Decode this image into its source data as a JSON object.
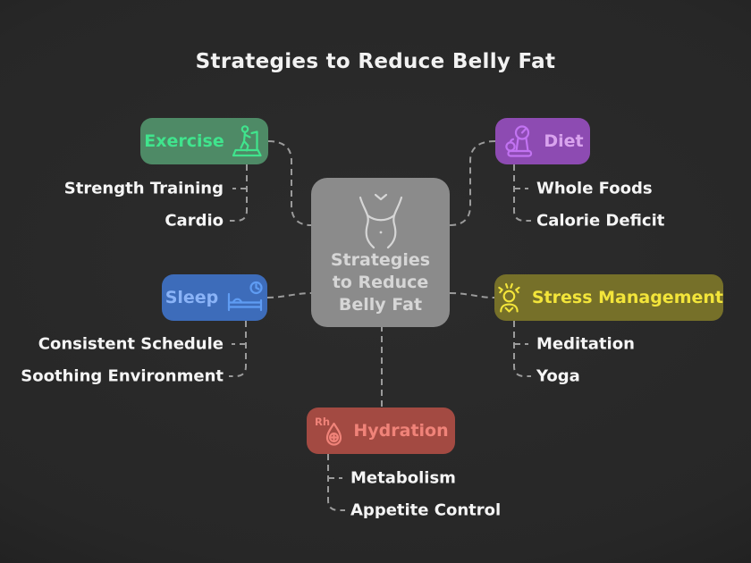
{
  "title": "Strategies to Reduce Belly Fat",
  "colors": {
    "background": "#262626",
    "connector": "#9b9b9b",
    "child_label_text": "#f5f5f5",
    "title_text": "#f2f2f2"
  },
  "center_node": {
    "label_lines": [
      "Strategies",
      "to Reduce",
      "Belly Fat"
    ],
    "fill": "#8b8b8b",
    "label_color": "#d6d6d6",
    "icon_color": "#d6d6d6",
    "icon": "belly-outline-icon"
  },
  "branches": [
    {
      "id": "exercise",
      "label": "Exercise",
      "icon": "treadmill-icon",
      "fill": "#4e8a66",
      "label_color": "#40e48d",
      "icon_color": "#40e48d",
      "children": [
        "Strength Training",
        "Cardio"
      ]
    },
    {
      "id": "diet",
      "label": "Diet",
      "icon": "food-scale-icon",
      "fill": "#8d4bb2",
      "label_color": "#d9a3ee",
      "icon_color": "#c273f2",
      "children": [
        "Whole Foods",
        "Calorie Deficit"
      ]
    },
    {
      "id": "sleep",
      "label": "Sleep",
      "icon": "bed-clock-icon",
      "fill": "#3d6cba",
      "label_color": "#8ab3f7",
      "icon_color": "#5f9cf3",
      "children": [
        "Consistent Schedule",
        "Soothing Environment"
      ]
    },
    {
      "id": "stress",
      "label": "Stress Management",
      "icon": "stressed-person-icon",
      "fill": "#767029",
      "label_color": "#f3e53a",
      "icon_color": "#f3e53a",
      "children": [
        "Meditation",
        "Yoga"
      ]
    },
    {
      "id": "hydration",
      "label": "Hydration",
      "icon": "blood-drop-icon",
      "icon_text": "Rh",
      "fill": "#a34a42",
      "label_color": "#f08379",
      "icon_color": "#f08379",
      "children": [
        "Metabolism",
        "Appetite Control"
      ]
    }
  ]
}
